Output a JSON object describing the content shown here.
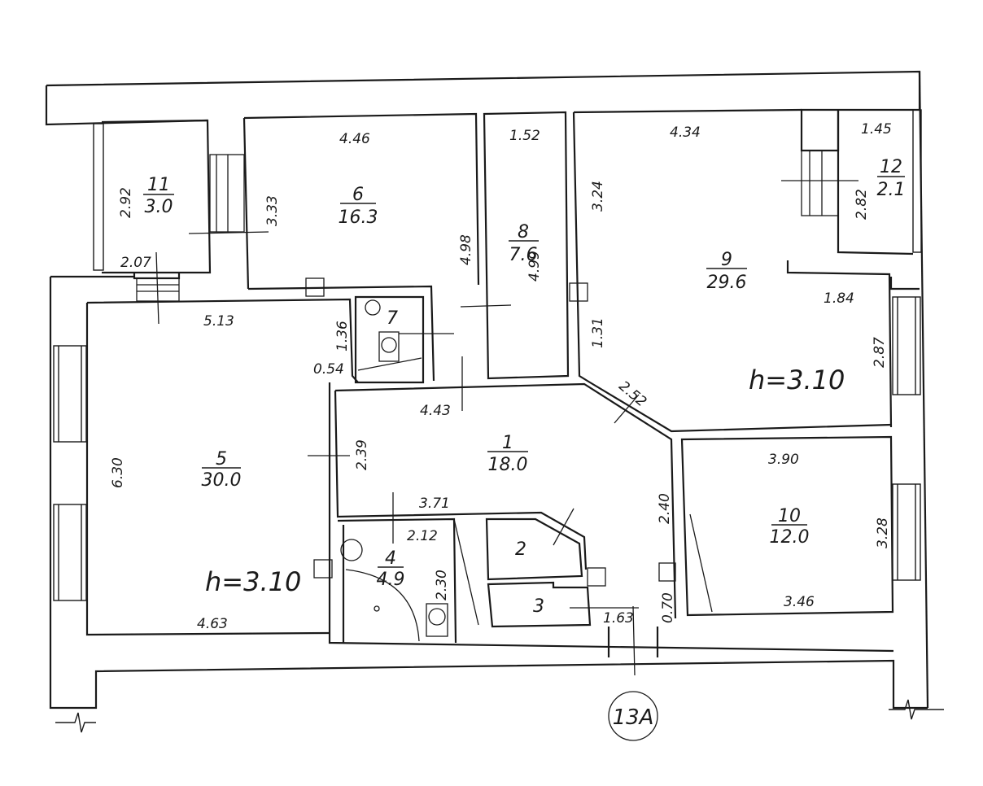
{
  "rooms": [
    {
      "number": "1",
      "area": "18.0"
    },
    {
      "number": "2",
      "area": ""
    },
    {
      "number": "3",
      "area": ""
    },
    {
      "number": "4",
      "area": "4.9"
    },
    {
      "number": "5",
      "area": "30.0"
    },
    {
      "number": "6",
      "area": "16.3"
    },
    {
      "number": "7",
      "area": ""
    },
    {
      "number": "8",
      "area": "7.6"
    },
    {
      "number": "9",
      "area": "29.6"
    },
    {
      "number": "10",
      "area": "12.0"
    },
    {
      "number": "11",
      "area": "3.0"
    },
    {
      "number": "12",
      "area": "2.1"
    }
  ],
  "dimensions": {
    "r11_height": "2.92",
    "r11_width": "2.07",
    "r6_width": "4.46",
    "r6_height": "3.33",
    "r6_right": "4.98",
    "r8_width": "1.52",
    "r8_height": "4.99",
    "r9_width": "4.34",
    "r9_height": "3.24",
    "r9_lower": "1.31",
    "r9_bottom": "1.84",
    "r9_right": "2.87",
    "r12_width": "1.45",
    "r12_height": "2.82",
    "r5_top": "5.13",
    "r5_height": "6.30",
    "r5_bottom": "4.63",
    "r7_height": "1.36",
    "r7_width": "0.54",
    "r1_top": "4.43",
    "r1_left": "2.39",
    "r1_bottom": "3.71",
    "r1_diag": "2.52",
    "r1_right": "2.40",
    "r4_width": "2.12",
    "r4_height": "2.30",
    "r3_width": "1.63",
    "r3_door": "0.70",
    "r10_width": "3.90",
    "r10_height": "3.28",
    "r10_bottom": "3.46"
  },
  "ceiling_heights": [
    "h=3.10",
    "h=3.10"
  ],
  "entrance_label": "13A"
}
